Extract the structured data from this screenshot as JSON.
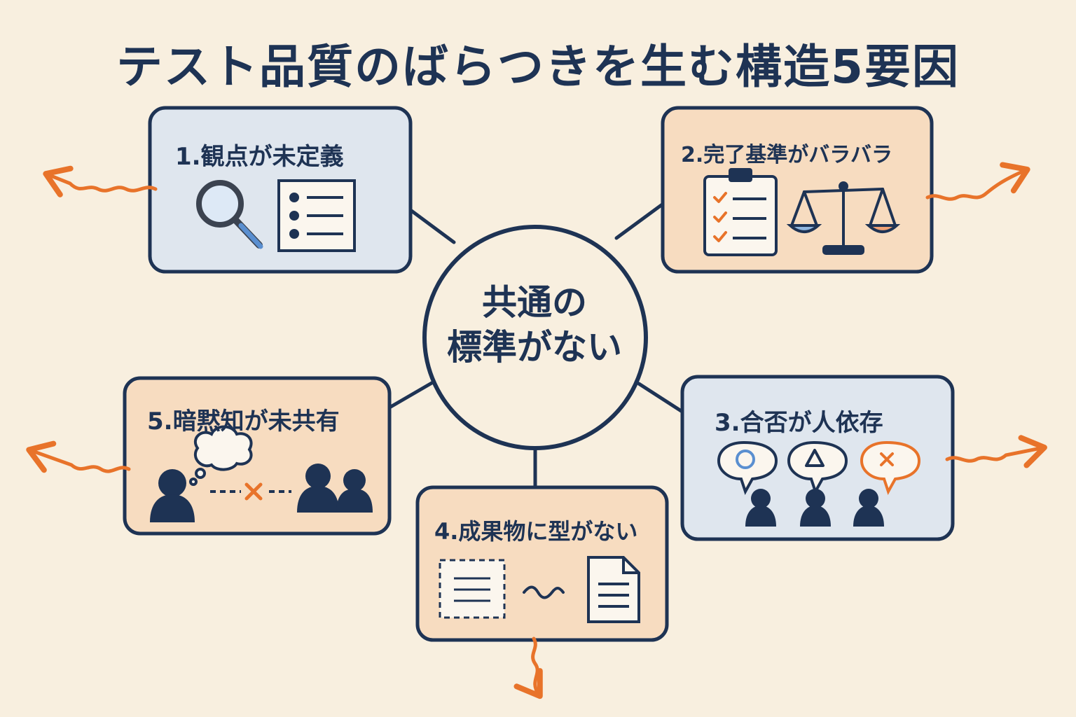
{
  "title": "テスト品質のばらつきを生む構造5要因",
  "center": {
    "line1": "共通の",
    "line2": "標準がない"
  },
  "factors": [
    {
      "label": "1.観点が未定義",
      "icons": [
        "search-icon",
        "checklist-icon"
      ],
      "fill": "#dfe6ee"
    },
    {
      "label": "2.完了基準がバラバラ",
      "icons": [
        "clipboard-check-icon",
        "balance-scale-icon"
      ],
      "fill": "#f7dcc0"
    },
    {
      "label": "3.合否が人依存",
      "icons": [
        "circle-speech-icon",
        "triangle-speech-icon",
        "cross-speech-icon",
        "person-icon"
      ],
      "fill": "#dfe6ee"
    },
    {
      "label": "4.成果物に型がない",
      "icons": [
        "dashed-document-icon",
        "wave-icon",
        "document-icon"
      ],
      "fill": "#f7dcc0"
    },
    {
      "label": "5.暗黙知が未共有",
      "icons": [
        "thought-bubble-icon",
        "person-icon",
        "cross-icon",
        "group-icon"
      ],
      "fill": "#f7dcc0"
    }
  ],
  "colors": {
    "ink": "#1e3354",
    "accent": "#e8732a",
    "blue": "#5a8fd0",
    "background": "#f8efdf"
  }
}
